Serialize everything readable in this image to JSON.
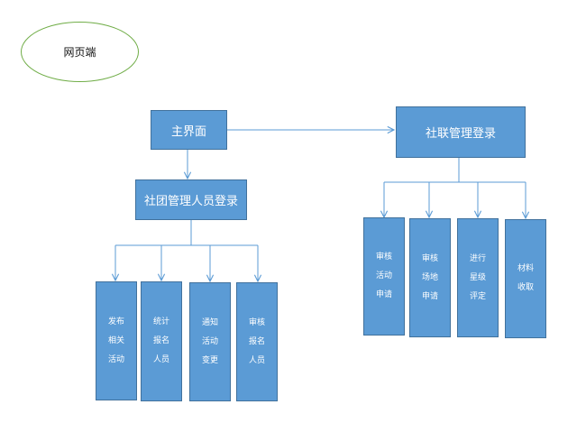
{
  "diagram": {
    "start": {
      "label": "网页端"
    },
    "main": {
      "label": "主界面"
    },
    "club_admin": {
      "label": "社团管理人员登录",
      "children": [
        {
          "lines": [
            "发布",
            "相关",
            "活动"
          ]
        },
        {
          "lines": [
            "统计",
            "报名",
            "人员"
          ]
        },
        {
          "lines": [
            "通知",
            "活动",
            "变更"
          ]
        },
        {
          "lines": [
            "审核",
            "报名",
            "人员"
          ]
        }
      ]
    },
    "federation_admin": {
      "label": "社联管理登录",
      "children": [
        {
          "lines": [
            "审核",
            "活动",
            "申请"
          ]
        },
        {
          "lines": [
            "审核",
            "场地",
            "申请"
          ]
        },
        {
          "lines": [
            "进行",
            "星级",
            "评定"
          ]
        },
        {
          "lines": [
            "材料",
            "收取"
          ]
        }
      ]
    },
    "colors": {
      "box_fill": "#5b9bd5",
      "box_border": "#41719c",
      "connector": "#5b9bd5",
      "ellipse_border": "#70ad47"
    }
  }
}
